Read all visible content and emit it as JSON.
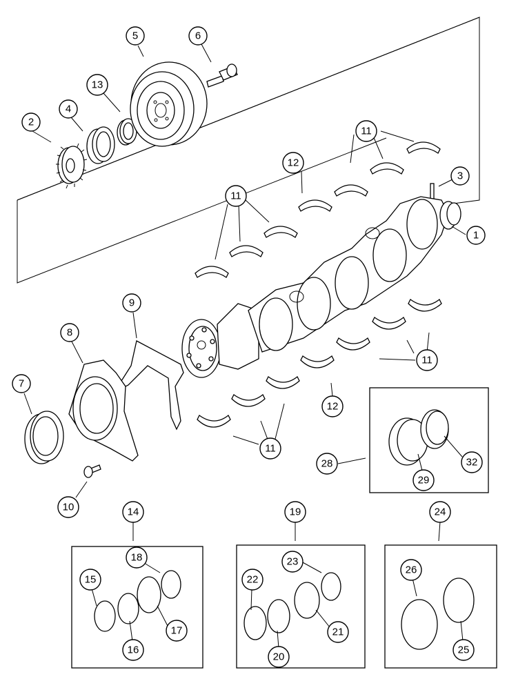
{
  "callouts": {
    "c1": "1",
    "c2": "2",
    "c3": "3",
    "c4": "4",
    "c5": "5",
    "c6": "6",
    "c7": "7",
    "c8": "8",
    "c9": "9",
    "c10": "10",
    "c11a": "11",
    "c11b": "11",
    "c11c": "11",
    "c11d": "11",
    "c12a": "12",
    "c12b": "12",
    "c13": "13",
    "c14": "14",
    "c15": "15",
    "c16": "16",
    "c17": "17",
    "c18": "18",
    "c19": "19",
    "c20": "20",
    "c21": "21",
    "c22": "22",
    "c23": "23",
    "c24": "24",
    "c25": "25",
    "c26": "26",
    "c28": "28",
    "c29": "29",
    "c32": "32"
  },
  "icons": {
    "gear": "gear-icon",
    "pulley": "pulley-icon",
    "bolt": "bolt-icon",
    "seal": "seal-icon",
    "bearing_shell": "bearing-shell-icon",
    "crankshaft": "crankshaft-icon"
  }
}
